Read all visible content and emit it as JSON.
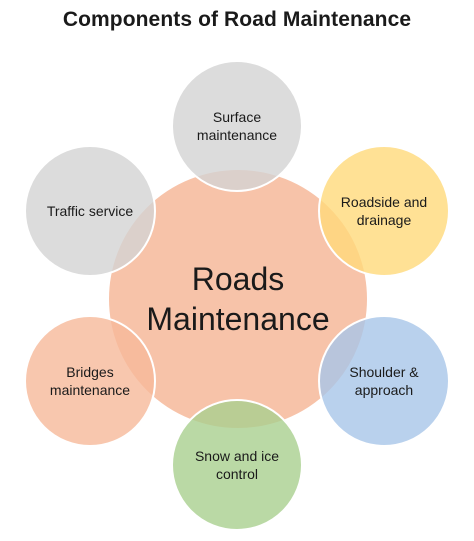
{
  "title": "Components of Road Maintenance",
  "center": {
    "label": "Roads\nMaintenance",
    "color": "#F6B99A"
  },
  "nodes": [
    {
      "id": "surface",
      "label": "Surface\nmaintenance",
      "color": "#D3D3D3"
    },
    {
      "id": "roadside",
      "label": "Roadside and\ndrainage",
      "color": "#FFD97A"
    },
    {
      "id": "shoulder",
      "label": "Shoulder &\napproach",
      "color": "#A8C5E8"
    },
    {
      "id": "snow",
      "label": "Snow and ice\ncontrol",
      "color": "#A9D08E"
    },
    {
      "id": "bridges",
      "label": "Bridges\nmaintenance",
      "color": "#F6B99A"
    },
    {
      "id": "traffic",
      "label": "Traffic service",
      "color": "#D3D3D3"
    }
  ]
}
